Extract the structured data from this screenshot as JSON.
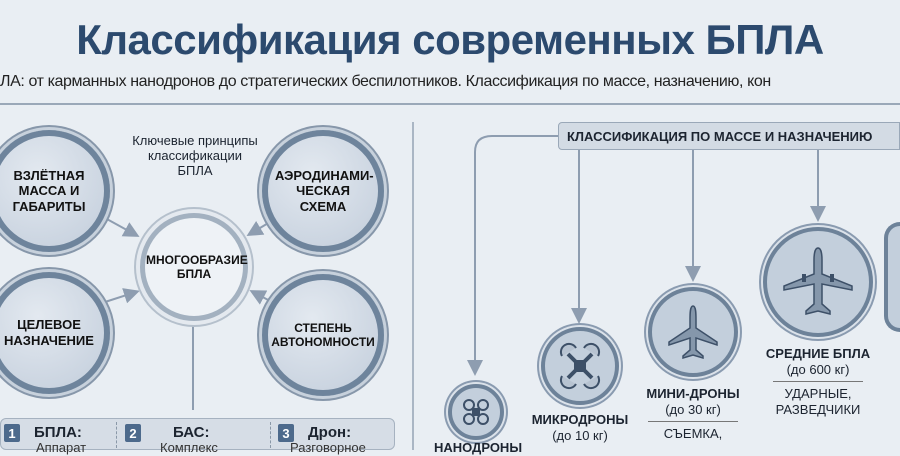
{
  "title": "Классификация современных БПЛА",
  "subtitle": "ЛА: от карманных нанодронов до стратегических беспилотников. Классификация по массе, назначению, кон",
  "left": {
    "key_text": "Ключевые принципы классификации БПЛА",
    "center": "МНОГООБРАЗИЕ БПЛА",
    "circles": [
      "ВЗЛЁТНАЯ МАССА И ГАБАРИТЫ",
      "АЭРОДИНАМИ-ЧЕСКАЯ СХЕМА",
      "ЦЕЛЕВОЕ НАЗНАЧЕНИЕ",
      "СТЕПЕНЬ АВТОНОМНОСТИ"
    ],
    "terms": [
      {
        "num": "1",
        "term": "БПЛА:",
        "desc": "Аппарат"
      },
      {
        "num": "2",
        "term": "БАС:",
        "desc": "Комплекс"
      },
      {
        "num": "3",
        "term": "Дрон:",
        "desc": "Разговорное"
      }
    ]
  },
  "right": {
    "header": "КЛАССИФИКАЦИЯ ПО МАССЕ И НАЗНАЧЕНИЮ",
    "classes": [
      {
        "name": "НАНОДРОНЫ",
        "icon": "quadcopter-small-icon"
      },
      {
        "name": "МИКРОДРОНЫ",
        "mass": "(до 10 кг)",
        "icon": "quadcopter-icon"
      },
      {
        "name": "МИНИ-ДРОНЫ",
        "mass": "(до 30 кг)",
        "use": "СЪЕМКА,",
        "icon": "jet-icon"
      },
      {
        "name": "СРЕДНИЕ БПЛА",
        "mass": "(до 600 кг)",
        "use": "УДАРНЫЕ, РАЗВЕДЧИКИ",
        "icon": "airliner-icon"
      }
    ]
  }
}
